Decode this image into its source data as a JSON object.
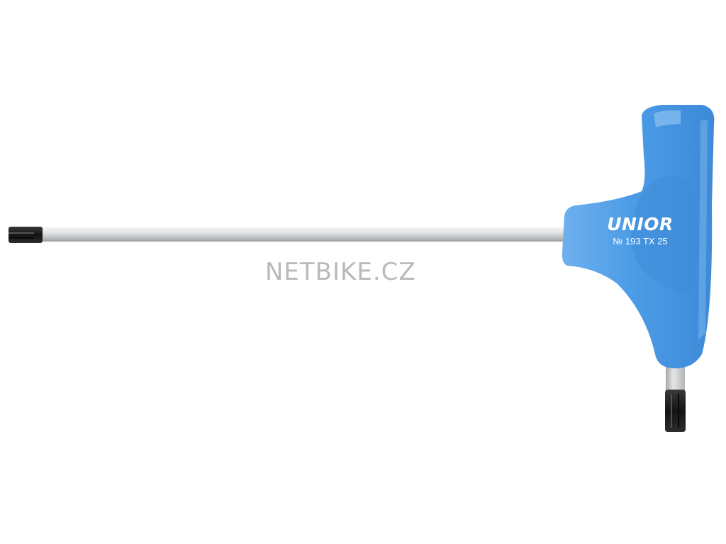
{
  "product": {
    "brand": "UNIOR",
    "marking": "№ 193 TX 25",
    "handle_color": "#4a9be6",
    "shaft_color": "#d7d9db",
    "tip_color": "#1e1e1e"
  },
  "watermark": {
    "text": "NETBIKE.CZ"
  }
}
